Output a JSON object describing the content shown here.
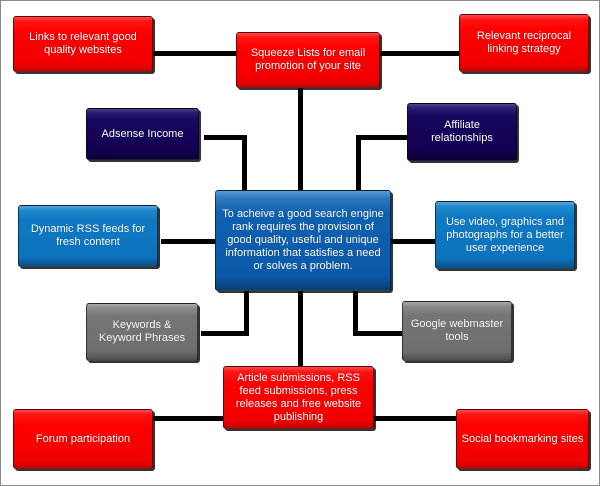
{
  "diagram": {
    "title": "SEO strategy mind map",
    "background": "#ffffff",
    "border_color": "#8a8a8a",
    "connector_color": "#000000",
    "palette": {
      "red": "#fe0000",
      "blue": "#0b5aa8",
      "light_blue": "#0c73be",
      "navy": "#13004f",
      "gray": "#6e6e6e",
      "text": "#ffffff"
    },
    "nodes": [
      {
        "id": "links-quality-websites",
        "label": "Links to relevant good quality websites",
        "color": "red"
      },
      {
        "id": "squeeze-lists",
        "label": "Squeeze Lists for email promotion of your site",
        "color": "red"
      },
      {
        "id": "reciprocal-linking",
        "label": "Relevant reciprocal linking strategy",
        "color": "red"
      },
      {
        "id": "adsense-income",
        "label": "Adsense Income",
        "color": "navy"
      },
      {
        "id": "affiliate-relationships",
        "label": "Affiliate relationships",
        "color": "navy"
      },
      {
        "id": "dynamic-rss-feeds",
        "label": "Dynamic RSS feeds for fresh content",
        "color": "light_blue"
      },
      {
        "id": "center-goal",
        "label": "To acheive a good search engine rank requires the provision of good quality, useful and unique information that satisfies a need or solves a problem.",
        "color": "blue"
      },
      {
        "id": "use-video-graphics",
        "label": "Use video, graphics and photographs for a better user experience",
        "color": "light_blue"
      },
      {
        "id": "keywords-phrases",
        "label": "Keywords & Keyword Phrases",
        "color": "gray"
      },
      {
        "id": "google-webmaster-tools",
        "label": "Google webmaster tools",
        "color": "gray"
      },
      {
        "id": "article-submissions",
        "label": "Article submissions, RSS feed submissions, press releases and free website publishing",
        "color": "red"
      },
      {
        "id": "forum-participation",
        "label": "Forum participation",
        "color": "red"
      },
      {
        "id": "social-bookmarking",
        "label": "Social bookmarking sites",
        "color": "red"
      }
    ],
    "connections": [
      {
        "from": "links-quality-websites",
        "to": "squeeze-lists"
      },
      {
        "from": "squeeze-lists",
        "to": "reciprocal-linking"
      },
      {
        "from": "squeeze-lists",
        "to": "center-goal"
      },
      {
        "from": "adsense-income",
        "to": "center-goal"
      },
      {
        "from": "affiliate-relationships",
        "to": "center-goal"
      },
      {
        "from": "dynamic-rss-feeds",
        "to": "center-goal"
      },
      {
        "from": "center-goal",
        "to": "use-video-graphics"
      },
      {
        "from": "center-goal",
        "to": "keywords-phrases"
      },
      {
        "from": "center-goal",
        "to": "google-webmaster-tools"
      },
      {
        "from": "center-goal",
        "to": "article-submissions"
      },
      {
        "from": "article-submissions",
        "to": "forum-participation"
      },
      {
        "from": "article-submissions",
        "to": "social-bookmarking"
      }
    ]
  }
}
